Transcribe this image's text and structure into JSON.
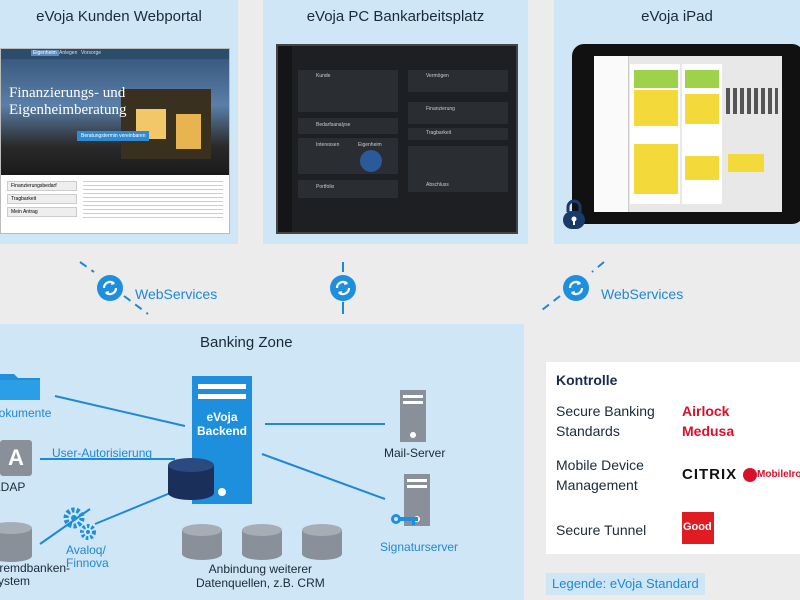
{
  "panels": {
    "web": {
      "title": "eVoja Kunden Webportal"
    },
    "pc": {
      "title": "eVoja PC Bankarbeitsplatz"
    },
    "ipad": {
      "title": "eVoja iPad"
    }
  },
  "web_mock": {
    "tabs": [
      "Eigenheim",
      "Anlegen",
      "Vorsorge"
    ],
    "hero_text": "Finanzierungs- und Eigenheimberatung",
    "hero_button": "Beratungstermin vereinbaren",
    "side_items": [
      "Finanzierungsbedarf",
      "Tragbarkeit",
      "Mein Antrag"
    ]
  },
  "pc_mock": {
    "items": [
      "Kunde",
      "Vermögen",
      "Bedarfsanalyse",
      "Finanzierung",
      "Tragbarkeit",
      "Interessen",
      "Eigenheim",
      "Portfolio",
      "Abschluss"
    ]
  },
  "connectors": {
    "left_label": "WebServices",
    "right_label": "WebServices"
  },
  "banking_zone": {
    "title": "Banking Zone",
    "backend_label": "eVoja Backend",
    "nodes": {
      "dokumente": "Dokumente",
      "ldap": "LDAP",
      "ldap_letter": "A",
      "user_auth": "User-Autorisierung",
      "fremdbanken": "Fremdbanken-\nsystem",
      "avaloq": "Avaloq/\nFinnova",
      "datenquellen": "Anbindung weiterer\nDatenquellen, z.B. CRM",
      "mail": "Mail-Server",
      "signatur": "Signaturserver"
    }
  },
  "kontrolle": {
    "title": "Kontrolle",
    "rows": [
      {
        "label": "Secure Banking Standards",
        "vendor": "Airlock Medusa"
      },
      {
        "label": "Mobile Device Management",
        "vendor1": "CITRIX",
        "vendor2": "MobileIron"
      },
      {
        "label": "Secure Tunnel",
        "vendor": "Good"
      }
    ]
  },
  "legend": {
    "text": "Legende: eVoja Standard"
  },
  "colors": {
    "accent": "#1e88d6",
    "panel": "#cfe6f6",
    "red": "#d8102a"
  }
}
